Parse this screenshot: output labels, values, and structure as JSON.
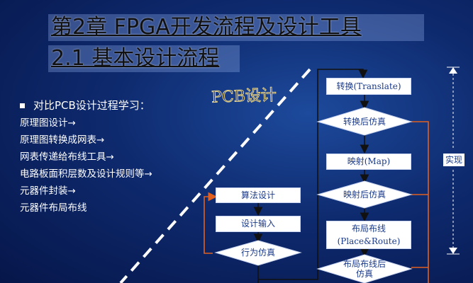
{
  "title": {
    "line1": "第2章 FPGA开发流程及设计工具",
    "line2": "2.1 基本设计流程"
  },
  "pcb_logo": "PCB设计",
  "compare_heading": "对比PCB设计过程学习：",
  "pcb_steps": [
    "原理图设计→",
    "原理图转换成网表→",
    "网表传递给布线工具→",
    "电路板面积层数及设计规则等→",
    "元器件封装→",
    "元器件布局布线"
  ],
  "left_flow": {
    "algorithm": "算法设计",
    "design_input": "设计输入",
    "behavior_sim": "行为仿真"
  },
  "right_flow": {
    "translate": "转换(Translate)",
    "post_translate_sim": "转换后仿真",
    "map": "映射(Map)",
    "post_map_sim": "映射后仿真",
    "place_route_line1": "布局布线",
    "place_route_line2": "(Place&Route)",
    "post_pr_sim_line1": "布局布线后",
    "post_pr_sim_line2": "仿真"
  },
  "implementation_label": "实现",
  "colors": {
    "background": "#0e2a6e",
    "feedback_arrow": "#e06020",
    "flow_arrow": "#111111",
    "box_text": "#1a3a8a"
  }
}
